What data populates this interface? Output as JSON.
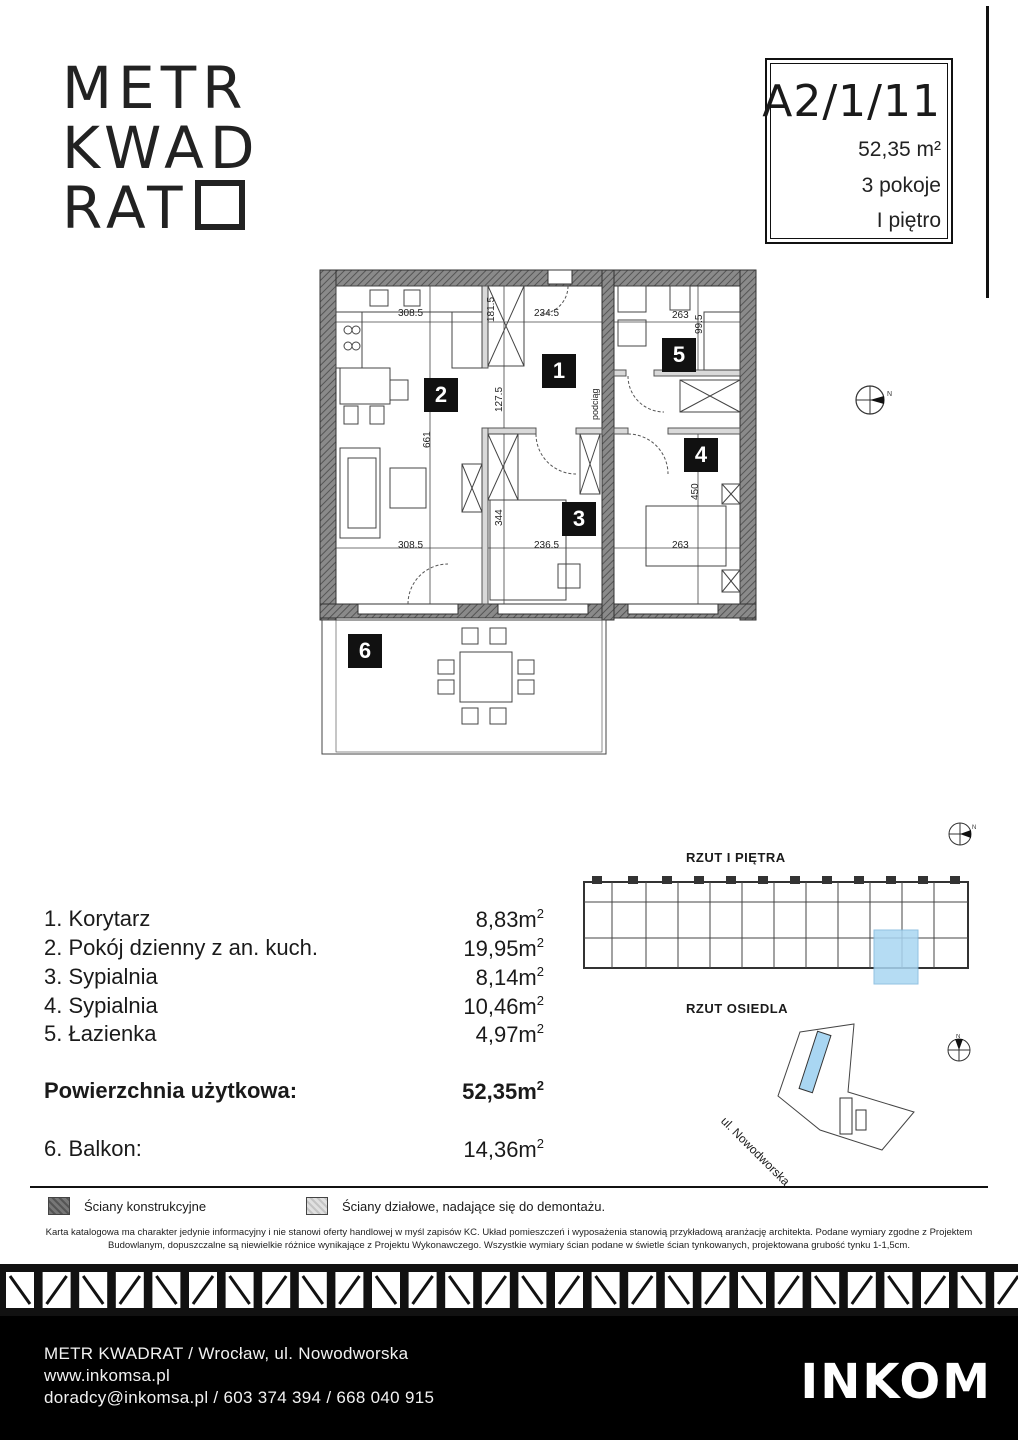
{
  "logo": {
    "line1": "METR",
    "line2": "KWAD",
    "line3": "RAT"
  },
  "apartment": {
    "code": "A2/1/11",
    "area": "52,35 m²",
    "rooms": "3 pokoje",
    "floor": "I piętro"
  },
  "plan": {
    "room_markers": [
      "1",
      "2",
      "3",
      "4",
      "5",
      "6"
    ],
    "dimensions": {
      "d1": "308.5",
      "d2": "181.5",
      "d3": "234.5",
      "d4": "263",
      "d5": "99.5",
      "d6": "127.5",
      "d7": "661",
      "d8": "344",
      "d9": "236.5",
      "d10": "308.5",
      "d11": "450",
      "d12": "263"
    },
    "label_podciag": "podciąg"
  },
  "rooms": [
    {
      "name": "1. Korytarz",
      "area": "8,83m",
      "sup": "2"
    },
    {
      "name": "2. Pokój dzienny z an. kuch.",
      "area": "19,95m",
      "sup": "2"
    },
    {
      "name": "3. Sypialnia",
      "area": "8,14m",
      "sup": "2"
    },
    {
      "name": "4. Sypialnia",
      "area": "10,46m",
      "sup": "2"
    },
    {
      "name": "5. Łazienka",
      "area": "4,97m",
      "sup": "2"
    }
  ],
  "total": {
    "label": "Powierzchnia użytkowa:",
    "area": "52,35m",
    "sup": "2"
  },
  "balcony": {
    "label": "6. Balkon:",
    "area": "14,36m",
    "sup": "2"
  },
  "sitemap": {
    "floor_label": "RZUT I PIĘTRA",
    "estate_label": "RZUT OSIEDLA",
    "street": "ul. Nowodworska",
    "compass_n": "N"
  },
  "legend": {
    "structural": "Ściany konstrukcyjne",
    "partition": "Ściany działowe, nadające się do demontażu."
  },
  "disclaimer": "Karta katalogowa ma charakter jedynie informacyjny i nie stanowi oferty handlowej w myśl zapisów KC. Układ pomieszczeń i wyposażenia stanowią przykładową aranżację architekta. Podane wymiary zgodne z Projektem Budowlanym, dopuszczalne są niewielkie różnice wynikające z Projektu Wykonawczego. Wszystkie wymiary ścian podane w świetle ścian tynkowanych, projektowana grubość tynku 1-1,5cm.",
  "footer": {
    "line1": "METR KWADRAT / Wrocław, ul. Nowodworska",
    "line2": "www.inkomsa.pl",
    "line3": "doradcy@inkomsa.pl / 603 374 394 / 668 040 915",
    "brand": "INKOM"
  },
  "colors": {
    "structural_wall": "#6b6b6b",
    "partition_wall": "#d4d4d4",
    "highlight": "#a9d6f2",
    "footer_bg": "#000000"
  }
}
